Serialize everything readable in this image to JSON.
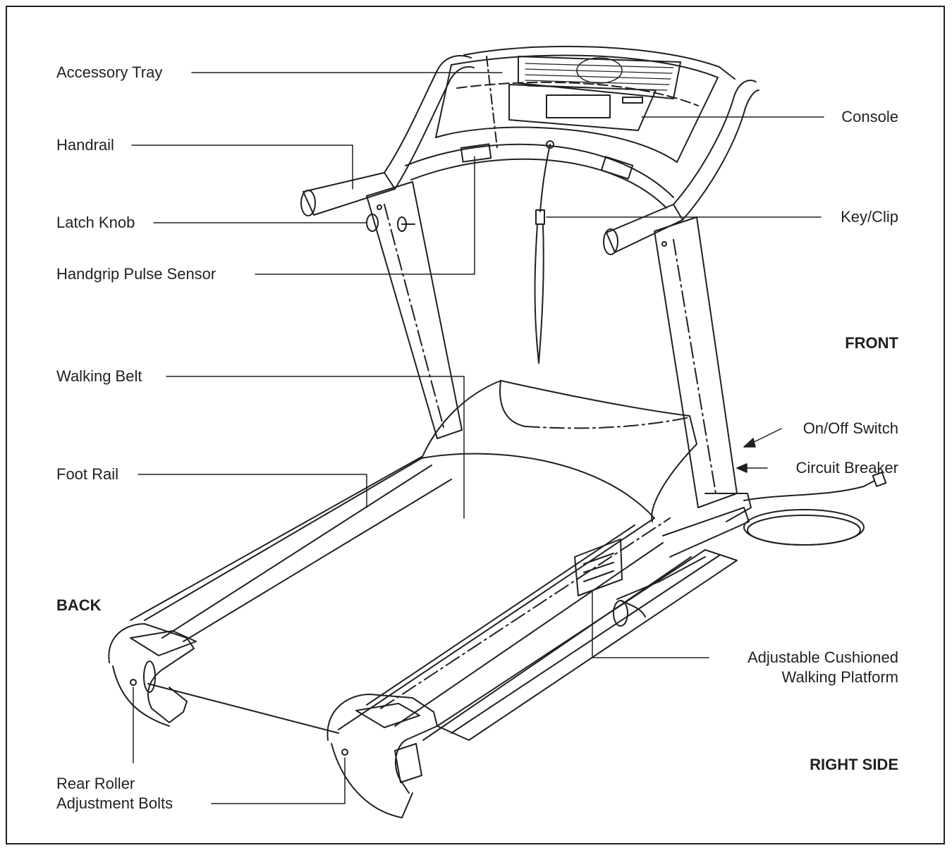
{
  "labels": {
    "accessory_tray": "Accessory Tray",
    "handrail": "Handrail",
    "latch_knob": "Latch Knob",
    "handgrip_pulse_sensor": "Handgrip Pulse Sensor",
    "walking_belt": "Walking Belt",
    "foot_rail": "Foot Rail",
    "back": "BACK",
    "rear_roller_line1": "Rear Roller",
    "rear_roller_line2": "Adjustment Bolts",
    "console": "Console",
    "key_clip": "Key/Clip",
    "front": "FRONT",
    "on_off_switch": "On/Off Switch",
    "circuit_breaker": "Circuit Breaker",
    "cushioned_line1": "Adjustable Cushioned",
    "cushioned_line2": "Walking Platform",
    "right_side": "RIGHT SIDE"
  },
  "colors": {
    "ink": "#231f20",
    "background": "#ffffff"
  }
}
